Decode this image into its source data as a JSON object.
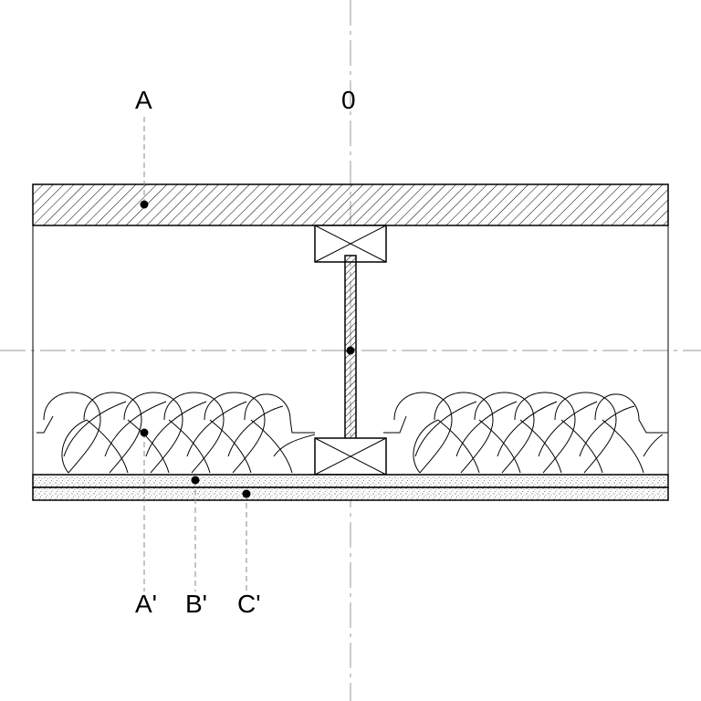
{
  "labels": {
    "a": "A",
    "zero": "0",
    "a_prime": "A'",
    "b_prime": "B'",
    "c_prime": "C'"
  },
  "colors": {
    "line": "#000000",
    "dash": "#888888",
    "background": "#ffffff"
  }
}
